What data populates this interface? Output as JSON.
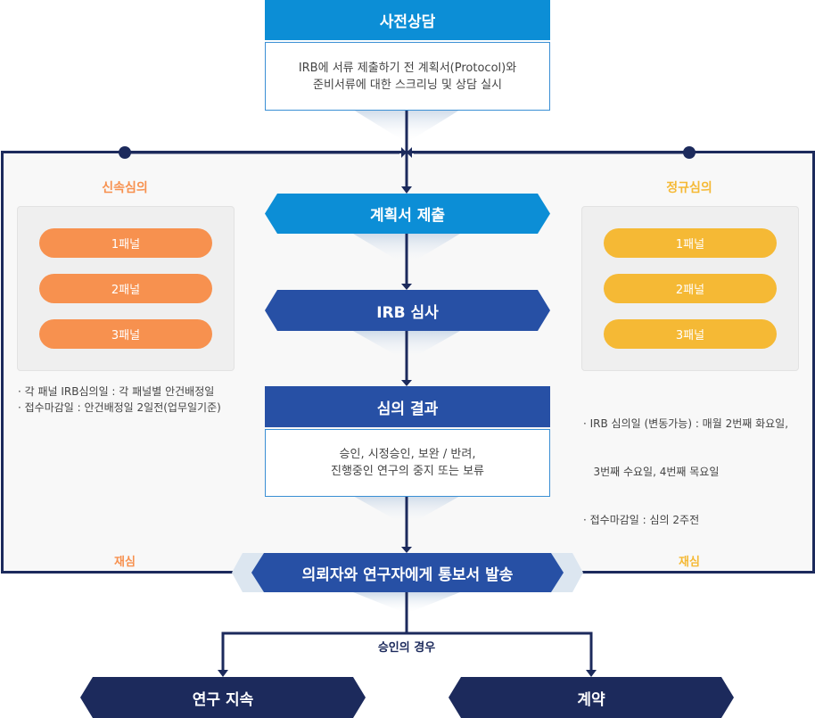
{
  "pre": {
    "title": "사전상담",
    "desc1": "IRB에 서류 제출하기 전 계획서(Protocol)와",
    "desc2": "준비서류에 대한 스크리닝 및 상담 실시"
  },
  "submit": "계획서 제출",
  "review": "IRB 심사",
  "result": {
    "title": "심의 결과",
    "desc1": "승인, 시정승인, 보완 / 반려,",
    "desc2": "진행중인 연구의 중지 또는 보류"
  },
  "notify": "의뢰자와 연구자에게 통보서 발송",
  "approval_label": "승인의 경우",
  "continue": "연구 지속",
  "contract": "계약",
  "expedited": {
    "title": "신속심의",
    "panels": [
      "1패널",
      "2패널",
      "3패널"
    ],
    "notes": [
      "· 각 패널 IRB심의일 : 각 패널별 안건배정일",
      "· 접수마감일 : 안건배정일 2일전(업무일기준)"
    ],
    "re": "재심"
  },
  "regular": {
    "title": "정규심의",
    "panels": [
      "1패널",
      "2패널",
      "3패널"
    ],
    "notes": [
      "· IRB 심의일 (변동가능) : 매월 2번째 화요일,",
      "   3번째 수요일, 4번째 목요일",
      "· 접수마감일 : 심의 2주전"
    ],
    "re": "재심"
  },
  "colors": {
    "sky": "#0c8ed6",
    "blue": "#2750a5",
    "navy": "#1c2a5c",
    "orange": "#f7914f",
    "yellow": "#f5b935"
  }
}
